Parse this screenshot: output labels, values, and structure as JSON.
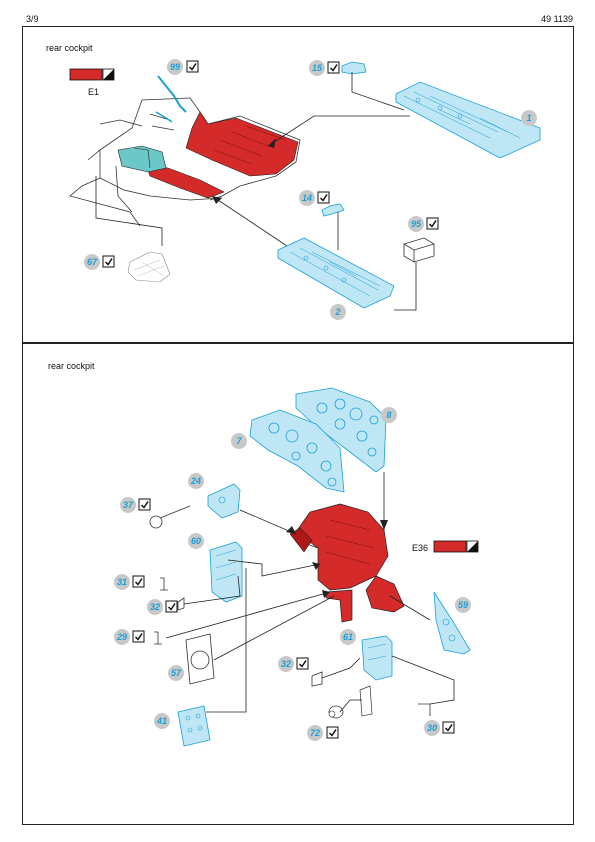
{
  "header": {
    "page": "3/9",
    "code": "49 1139"
  },
  "sections": [
    {
      "title": "rear cockpit"
    },
    {
      "title": "rear cockpit"
    }
  ],
  "colors": {
    "etch": "#1aa0d8",
    "etch_fill": "#bfe6f5",
    "red": "#d42a2a",
    "bubble": "#c8c8c8",
    "line": "#222222"
  },
  "color_refs": [
    {
      "label": "E1"
    },
    {
      "label": "E36"
    }
  ],
  "parts": {
    "p99": "99",
    "p15": "15",
    "p1": "1",
    "p14": "14",
    "p95": "95",
    "p67": "67",
    "p2": "2",
    "p8": "8",
    "p7": "7",
    "p24": "24",
    "p37": "37",
    "p60": "60",
    "p31": "31",
    "p32a": "32",
    "p29": "29",
    "p57": "57",
    "p41": "41",
    "p61": "61",
    "p32b": "32",
    "p72": "72",
    "p30": "30",
    "p59": "59"
  }
}
